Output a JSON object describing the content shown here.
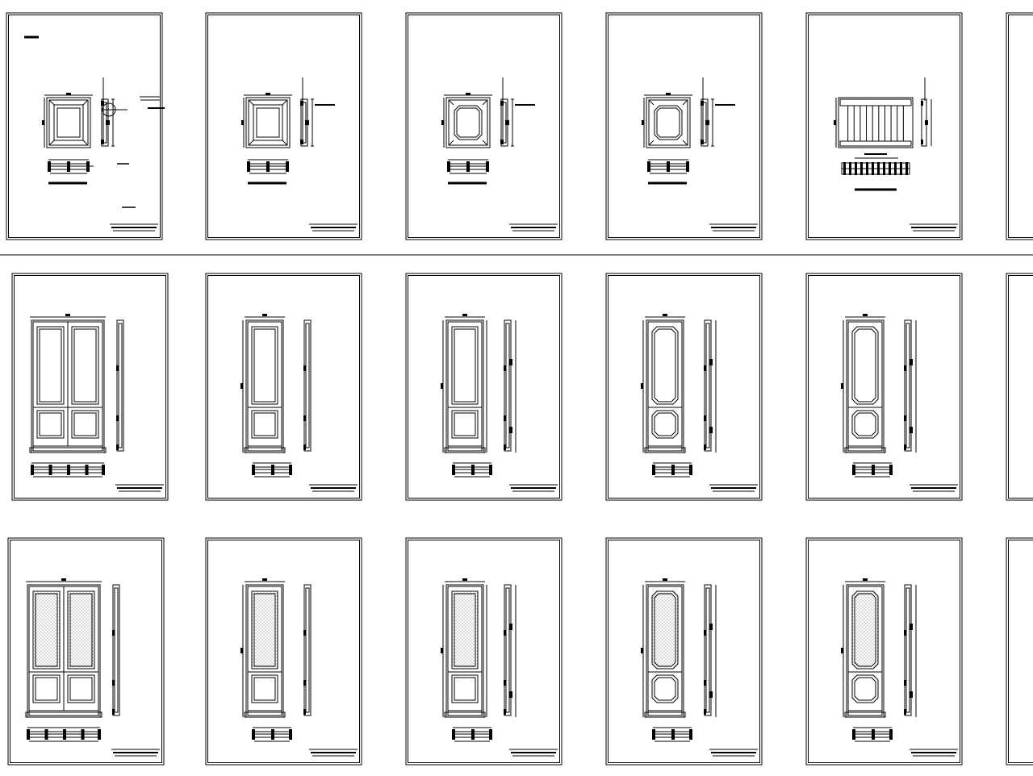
{
  "view": {
    "background": "#ffffff",
    "line_color": "#000000",
    "section_separator": true
  },
  "sheets": [
    {
      "row": 1,
      "col": 1,
      "drawing": "cabinet-door",
      "panel": "square",
      "variant": "annotated",
      "visible": "full"
    },
    {
      "row": 1,
      "col": 2,
      "drawing": "cabinet-door",
      "panel": "square",
      "visible": "full"
    },
    {
      "row": 1,
      "col": 3,
      "drawing": "cabinet-door",
      "panel": "octagon",
      "visible": "full"
    },
    {
      "row": 1,
      "col": 4,
      "drawing": "cabinet-door",
      "panel": "octagon",
      "visible": "full"
    },
    {
      "row": 1,
      "col": 5,
      "drawing": "louvered-cabinet",
      "panel": "slats",
      "visible": "full"
    },
    {
      "row": 1,
      "col": 6,
      "drawing": "blank",
      "visible": "partial"
    },
    {
      "row": 2,
      "col": 1,
      "drawing": "double-door",
      "panel": "raised",
      "visible": "full"
    },
    {
      "row": 2,
      "col": 2,
      "drawing": "single-door",
      "panel": "raised",
      "visible": "full"
    },
    {
      "row": 2,
      "col": 3,
      "drawing": "single-door",
      "panel": "raised",
      "visible": "full"
    },
    {
      "row": 2,
      "col": 4,
      "drawing": "single-door",
      "panel": "octagon",
      "visible": "full"
    },
    {
      "row": 2,
      "col": 5,
      "drawing": "single-door",
      "panel": "octagon",
      "visible": "full"
    },
    {
      "row": 2,
      "col": 6,
      "drawing": "blank",
      "visible": "partial"
    },
    {
      "row": 3,
      "col": 1,
      "drawing": "double-door",
      "panel": "glass",
      "visible": "full"
    },
    {
      "row": 3,
      "col": 2,
      "drawing": "single-door",
      "panel": "glass",
      "visible": "full"
    },
    {
      "row": 3,
      "col": 3,
      "drawing": "single-door",
      "panel": "glass",
      "visible": "full"
    },
    {
      "row": 3,
      "col": 4,
      "drawing": "single-door",
      "panel": "glass-octagon",
      "visible": "full"
    },
    {
      "row": 3,
      "col": 5,
      "drawing": "single-door",
      "panel": "glass-octagon",
      "visible": "full"
    },
    {
      "row": 3,
      "col": 6,
      "drawing": "blank",
      "visible": "partial"
    }
  ]
}
